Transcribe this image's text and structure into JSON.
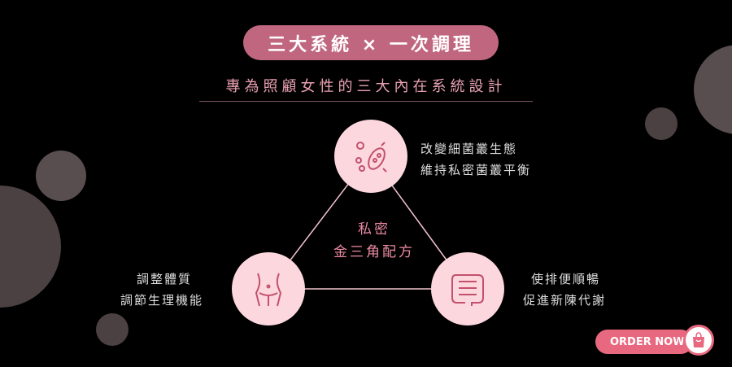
{
  "header": {
    "title": "三大系統 × 一次調理",
    "subtitle": "專為照顧女性的三大內在系統設計"
  },
  "center": {
    "line1": "私密",
    "line2": "金三角配方"
  },
  "top": {
    "icon": "bacteria-icon",
    "line1": "改變細菌叢生態",
    "line2": "維持私密菌叢平衡"
  },
  "left": {
    "icon": "body-waist-icon",
    "line1": "調整體質",
    "line2": "調節生理機能"
  },
  "right": {
    "icon": "intestine-icon",
    "line1": "使排便順暢",
    "line2": "促進新陳代謝"
  },
  "cta": {
    "label": "ORDER NOW",
    "icon": "shopping-bag-icon"
  },
  "colors": {
    "accent": "#c0677f",
    "node": "#fcd7de",
    "button": "#e8697f"
  }
}
